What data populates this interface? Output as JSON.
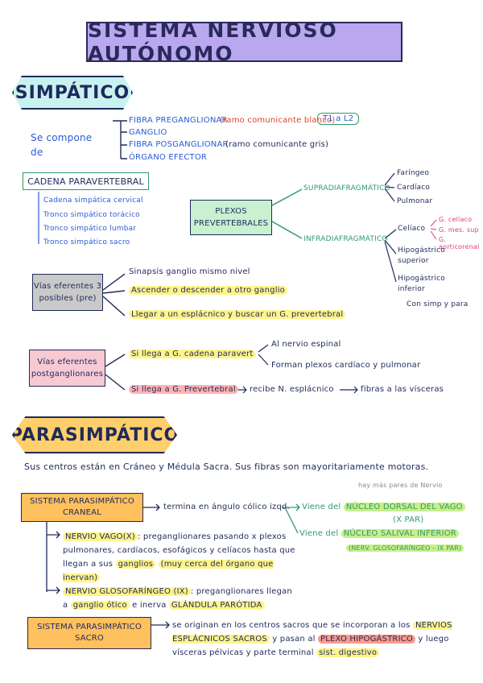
{
  "title": "SISTEMA NERVIOSO AUTÓNOMO",
  "simpatico": {
    "heading": "SIMPÁTICO",
    "se_compone": "Se compone de",
    "components": [
      "FIBRA PREGANGLIONAR",
      "GANGLIO",
      "FIBRA POSGANGLIONAR",
      "ÓRGANO EFECTOR"
    ],
    "note_blanco": "(ramo comunicante blanco)",
    "range": "T1 a L2",
    "note_gris": "(ramo comunicante gris)",
    "cadena": {
      "title": "CADENA PARAVERTEBRAL",
      "items": [
        "Cadena simpática cervical",
        "Tronco simpático torácico",
        "Tronco simpático lumbar",
        "Tronco simpático sacro"
      ]
    },
    "plexos": {
      "box": "PLEXOS PREVERTEBRALES",
      "supra": "SUPRADIAFRAGMÁTICO",
      "supra_items": [
        "Faríngeo",
        "Cardíaco",
        "Pulmonar"
      ],
      "infra": "INFRADIAFRAGMÁTICO",
      "infra_items": [
        "Celíaco",
        "Hipogástrico superior",
        "Hipogástrico inferior"
      ],
      "celiaco_ganglia": [
        "G. celíaco",
        "G. mes. sup",
        "G. aorticorenal"
      ],
      "footnote": "Con simp y para"
    },
    "eferentes_pre": {
      "box": "Vías eferentes 3 posibles (pre)",
      "options": [
        "Sinapsis ganglio mismo nivel",
        "Ascender o descender a otro ganglio",
        "Llegar a un esplácnico y buscar un G. prevertebral"
      ]
    },
    "eferentes_post": {
      "box": "Vías eferentes postganglionares",
      "opt1": "Si llega a G. cadena paravert",
      "opt1_results": [
        "Al nervio espinal",
        "Forman plexos cardíaco y pulmonar"
      ],
      "opt2": "Si llega a G. Prevertebral",
      "opt2_arrow1": "recibe N. esplácnico",
      "opt2_arrow2": "fibras a las vísceras"
    }
  },
  "parasimpatico": {
    "heading": "PARASIMPÁTICO",
    "intro": "Sus centros están en Cráneo y Médula Sacra. Sus fibras son mayoritariamente motoras.",
    "craneal": {
      "box": "SISTEMA PARASIMPÁTICO CRANEAL",
      "arrow_text": "termina en ángulo cólico izqd.",
      "note_gray": "hay más pares de Nervio",
      "vienen1_prefix": "Viene del",
      "vienen1_hl": "NÚCLEO DORSAL DEL VAGO",
      "vienen1_sub": "(X PAR)",
      "vienen2_prefix": "Viene del",
      "vienen2_hl": "NÚCLEO SALIVAL INFERIOR",
      "vienen2_sub": "(NERV. GLOSOFARÍNGEO - IX PAR)",
      "vago_label": "NERVIO VAGO(X)",
      "vago_text": ": preganglionares pasando x plexos pulmonares, cardíacos, esofágicos y celíacos hasta que llegan a sus",
      "vago_hl1": "ganglios",
      "vago_hl2": "(muy cerca del órgano que inervan)",
      "glosso_label": "NERVIO GLOSOFARÍNGEO (IX)",
      "glosso_text": ": preganglionares llegan a",
      "glosso_hl1": "ganglio ótico",
      "glosso_text2": "e inerva",
      "glosso_hl2": "GLÁNDULA PARÓTIDA"
    },
    "sacro": {
      "box": "SISTEMA PARASIMPÁTICO SACRO",
      "text1": "se originan en los centros sacros que se incorporan a los",
      "hl1": "NERVIOS ESPLÁCNICOS SACROS",
      "text2": "y pasan al",
      "hl2": "PLEXO HIPOGÁSTRICO",
      "text3": "y luego",
      "text4": "vísceras pélvicas",
      "text5": "y parte terminal",
      "hl3": "sist. digestivo"
    }
  }
}
